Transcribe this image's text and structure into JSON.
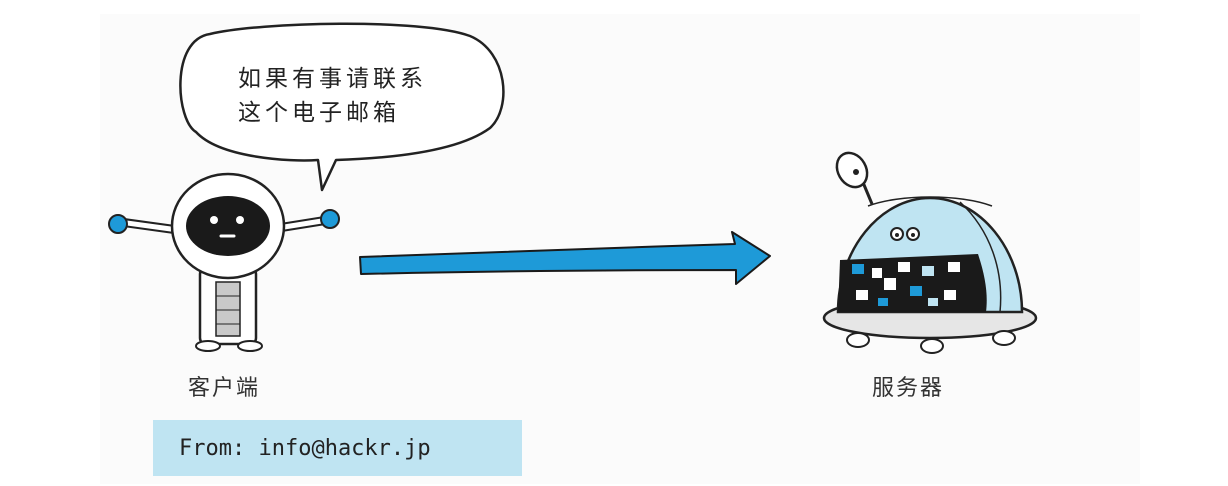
{
  "speech": {
    "line1": "如果有事请联系",
    "line2": "这个电子邮箱"
  },
  "client": {
    "label": "客户端"
  },
  "server": {
    "label": "服务器"
  },
  "from_box": {
    "text": "From: info@hackr.jp"
  },
  "colors": {
    "accent_blue": "#1e9ad8",
    "from_box_bg": "#bfe4f2",
    "outline": "#222222"
  }
}
